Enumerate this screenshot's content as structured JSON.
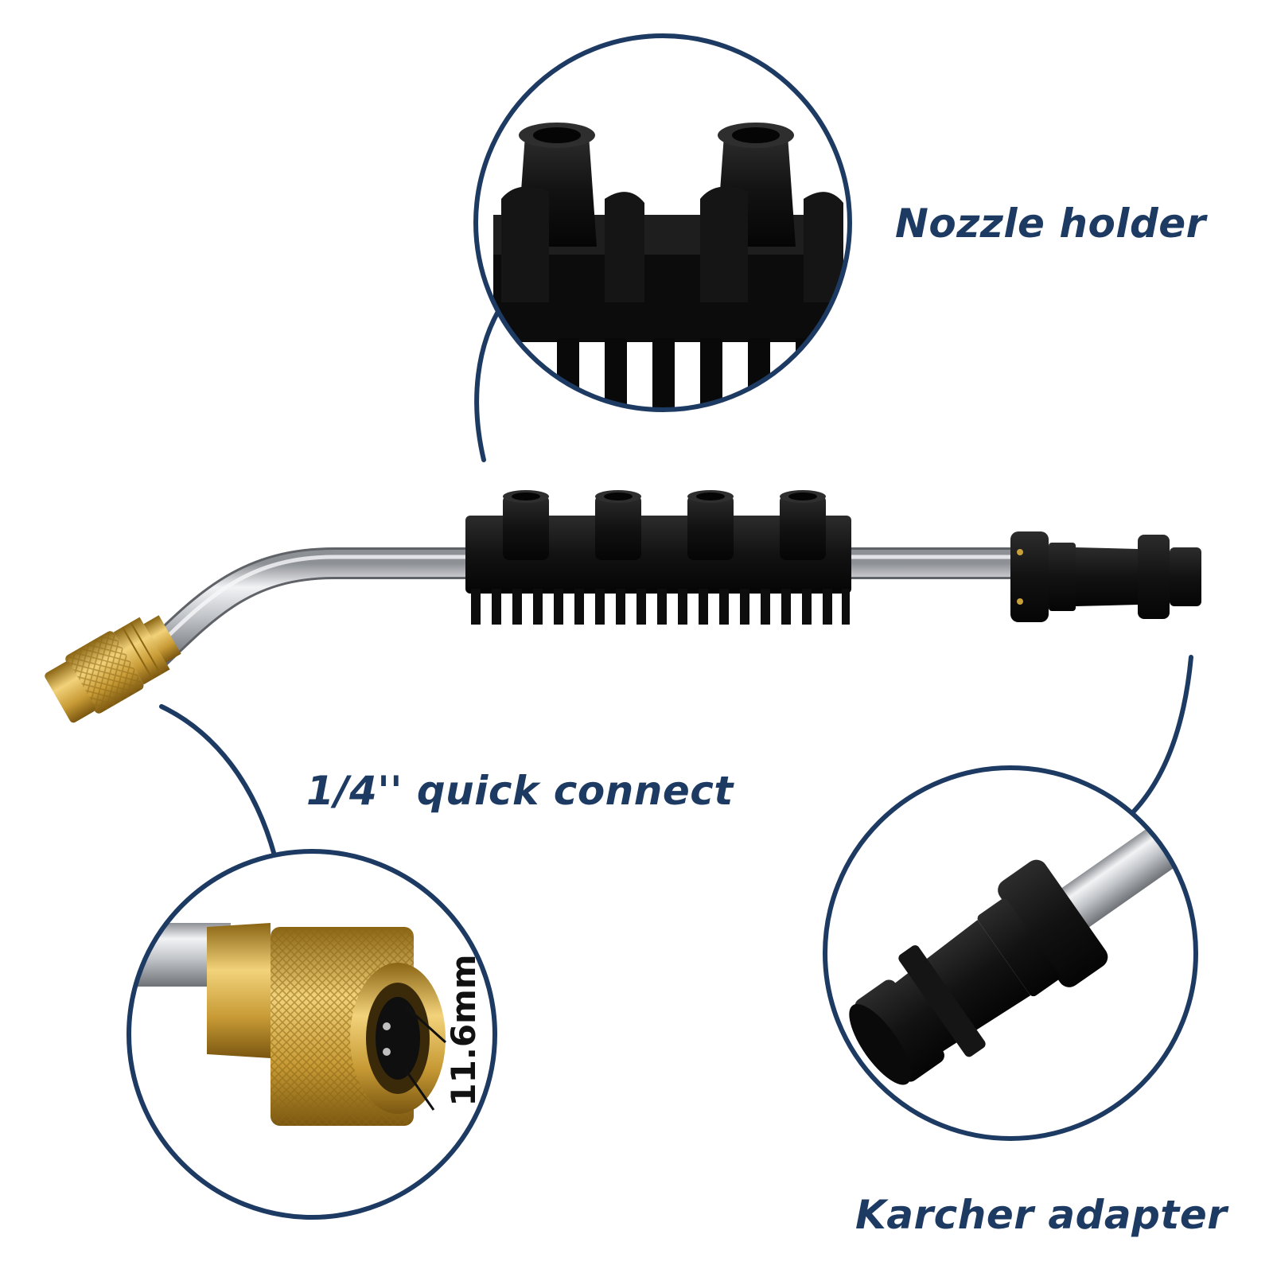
{
  "labels": {
    "nozzle_holder": "Nozzle holder",
    "quick_connect": "1/4'' quick connect",
    "karcher_adapter": "Karcher adapter"
  },
  "dimension": {
    "text": "11.6mm"
  },
  "colors": {
    "accent": "#1d3a62",
    "brass": "#c9a13b",
    "plastic": "#141414",
    "steel": "#c7c9cc"
  }
}
